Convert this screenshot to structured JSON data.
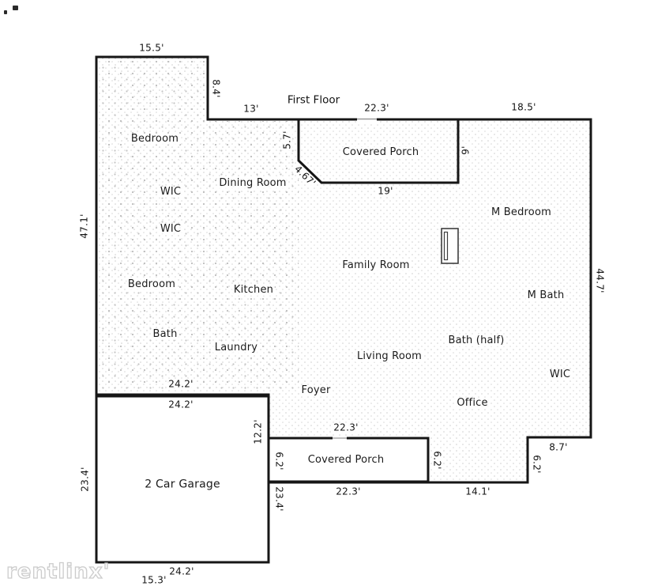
{
  "watermark": {
    "text": "rentlinx'"
  },
  "plan": {
    "title": "First Floor",
    "rooms": {
      "bedroom_upper": "Bedroom",
      "wic_upper": "WIC",
      "wic_lower": "WIC",
      "dining_room": "Dining Room",
      "covered_porch_top": "Covered Porch",
      "m_bedroom": "M Bedroom",
      "family_room": "Family Room",
      "bedroom_lower": "Bedroom",
      "kitchen": "Kitchen",
      "m_bath": "M Bath",
      "bath": "Bath",
      "laundry": "Laundry",
      "living_room": "Living Room",
      "bath_half": "Bath (half)",
      "wic_right": "WIC",
      "foyer": "Foyer",
      "office": "Office",
      "garage": "2 Car Garage",
      "covered_porch_bottom": "Covered Porch"
    },
    "dims": {
      "top_left_width": "15.5'",
      "step_height": "8.4'",
      "top_mid_width": "13'",
      "porch_top_width": "22.3'",
      "top_right_width": "18.5'",
      "porch_left_height": "5.7'",
      "porch_diag": "4.67'",
      "porch_bottom_width": "19'",
      "porch_right_height": "9'",
      "left_height": "47.1'",
      "right_height": "44.7'",
      "house_bottom_width": "24.2'",
      "garage_top_width": "24.2'",
      "foyer_wall_height": "12.2'",
      "porch2_left_height": "6.2'",
      "porch2_top_width": "22.3'",
      "porch2_right_height": "6.2'",
      "porch2_bottom_width": "22.3'",
      "bottom_right_width": "14.1'",
      "step_right_width": "8.7'",
      "step_right_height": "6.2'",
      "garage_left_height": "23.4'",
      "garage_right_height": "23.4'",
      "garage_bottom_width": "24.2'",
      "bottom_left_width": "15.3'"
    },
    "colors": {
      "wall": "#161616",
      "dots": "#c6c6c6",
      "text": "#1c1c1c"
    }
  }
}
